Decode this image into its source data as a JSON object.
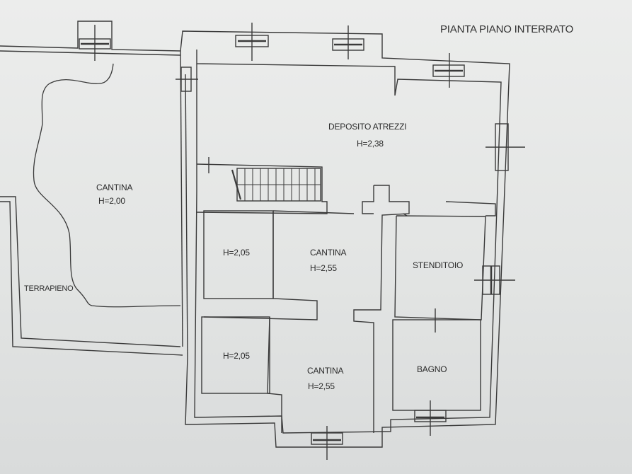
{
  "plan": {
    "title": "PIANTA PIANO INTERRATO",
    "rooms": [
      {
        "name": "DEPOSITO ATREZZI",
        "height": "H=2,38"
      },
      {
        "name": "CANTINA",
        "height": "H=2,00"
      },
      {
        "name": "",
        "height": "H=2,05"
      },
      {
        "name": "CANTINA",
        "height": "H=2,55"
      },
      {
        "name": "STENDITOIO",
        "height": ""
      },
      {
        "name": "",
        "height": "H=2,05"
      },
      {
        "name": "CANTINA",
        "height": "H=2,55"
      },
      {
        "name": "BAGNO",
        "height": ""
      }
    ],
    "annotations": {
      "terrapieno": "TERRAPIENO"
    },
    "colors": {
      "line": "#3a3a3a",
      "paper": "#e6e8e7"
    }
  }
}
